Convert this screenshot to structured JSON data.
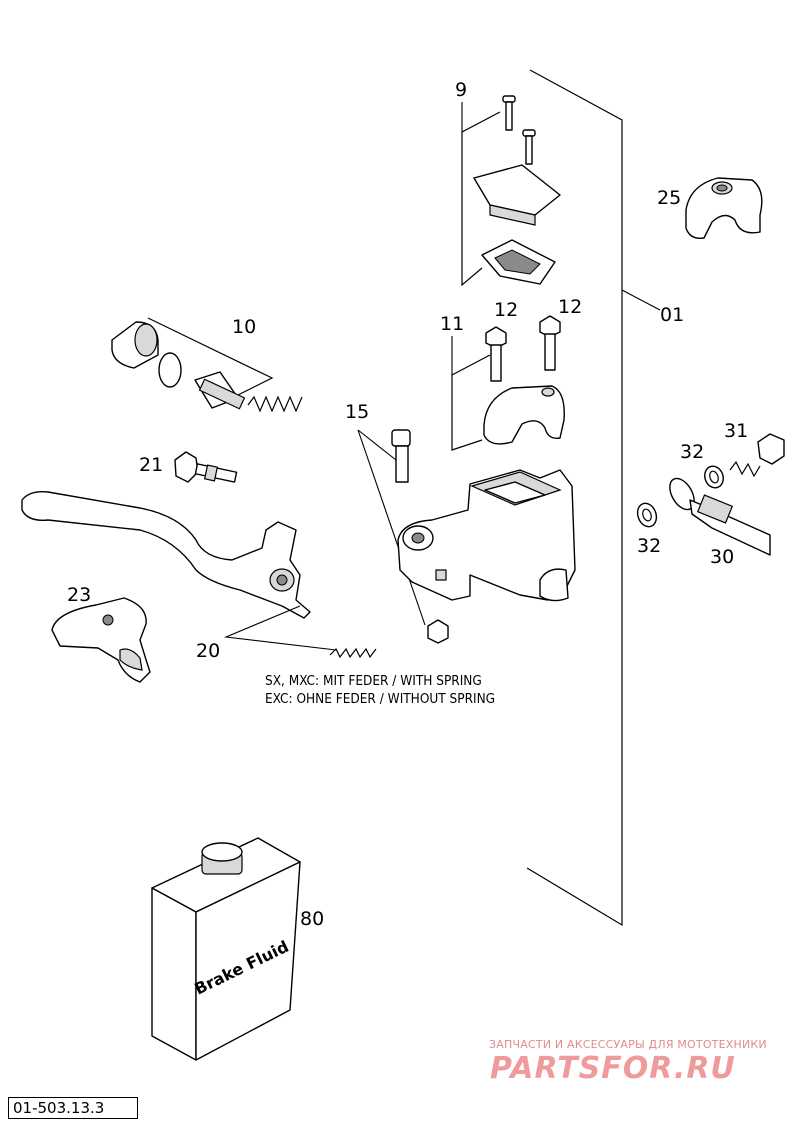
{
  "callouts": {
    "p01": "01",
    "p9": "9",
    "p10": "10",
    "p11": "11",
    "p12a": "12",
    "p12b": "12",
    "p15": "15",
    "p20": "20",
    "p21": "21",
    "p23": "23",
    "p25": "25",
    "p30": "30",
    "p31": "31",
    "p32a": "32",
    "p32b": "32",
    "p80": "80"
  },
  "notes": {
    "line1": "SX, MXC: MIT FEDER / WITH SPRING",
    "line2": "EXC: OHNE FEDER / WITHOUT SPRING"
  },
  "container_label": "Brake Fluid",
  "diagram_code": "01-503.13.3",
  "watermark": {
    "tagline": "ЗАПЧАСТИ И АКСЕССУАРЫ ДЛЯ МОТОТЕХНИКИ",
    "brand": "PARTSFOR.RU",
    "color": "#ef9b9b"
  }
}
